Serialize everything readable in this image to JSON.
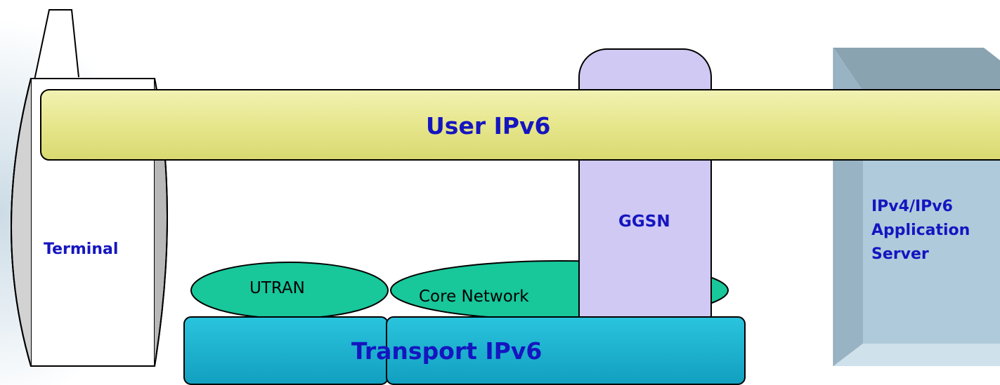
{
  "labels": {
    "user_layer": "User IPv6",
    "transport_layer": "Transport IPv6",
    "terminal": "Terminal",
    "ggsn": "GGSN",
    "utran": "UTRAN",
    "core_network": "Core Network",
    "server_line1": "IPv4/IPv6",
    "server_line2": "Application",
    "server_line3": "Server"
  },
  "colors": {
    "user_bar": "#ecec9c",
    "transport_bar": "#1bbad6",
    "ellipse": "#18c79a",
    "ggsn": "#cfc9f3",
    "server": "#a9c6d8",
    "terminal": "#ffffff",
    "label_blue": "#1515c0"
  }
}
